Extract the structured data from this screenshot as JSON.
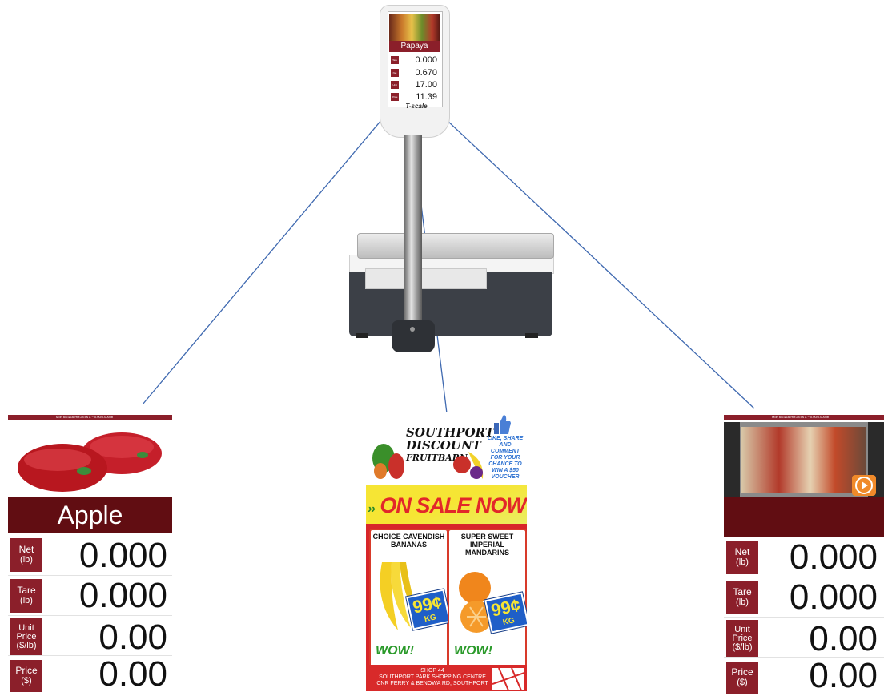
{
  "scale": {
    "brand": "T-scale",
    "head_screen": {
      "item": "Papaya",
      "rows": [
        {
          "label": "Tare",
          "value": "0.000"
        },
        {
          "label": "Net",
          "value": "0.670"
        },
        {
          "label": "Unit Price",
          "value": "17.00"
        },
        {
          "label": "Price",
          "value": "11.39"
        }
      ]
    }
  },
  "left_display": {
    "status_bar": "Mon 6/23/16 HH:24:5s a ~ 0.00/0.000 lb",
    "item": "Apple",
    "rows": [
      {
        "label": "Net",
        "unit": "(lb)",
        "value": "0.000"
      },
      {
        "label": "Tare",
        "unit": "(lb)",
        "value": "0.000"
      },
      {
        "label": "Unit Price",
        "unit": "($/lb)",
        "value": "0.00"
      },
      {
        "label": "Price",
        "unit": "($)",
        "value": "0.00"
      }
    ]
  },
  "ad_display": {
    "store_name_line1": "SOUTHPORT",
    "store_name_line2": "DISCOUNT",
    "store_name_line3": "FRUITBARN",
    "promo_text": "LIKE, SHARE AND COMMENT FOR YOUR CHANCE TO WIN A $50 VOUCHER",
    "banner": "ON SALE NOW",
    "products": [
      {
        "name": "CHOICE CAVENDISH BANANAS",
        "price": "99¢",
        "unit": "KG",
        "callout": "WOW!"
      },
      {
        "name": "SUPER SWEET IMPERIAL MANDARINS",
        "price": "99¢",
        "unit": "KG",
        "callout": "WOW!"
      }
    ],
    "footer_lines": [
      "SHOP 44",
      "SOUTHPORT PARK SHOPPING CENTRE",
      "CNR FERRY & BENOWA RD, SOUTHPORT"
    ]
  },
  "right_display": {
    "status_bar": "Mon 6/23/16 HH:24:5s a ~ 0.00/0.000 lb",
    "item": "",
    "rows": [
      {
        "label": "Net",
        "unit": "(lb)",
        "value": "0.000"
      },
      {
        "label": "Tare",
        "unit": "(lb)",
        "value": "0.000"
      },
      {
        "label": "Unit Price",
        "unit": "($/lb)",
        "value": "0.00"
      },
      {
        "label": "Price",
        "unit": "($)",
        "value": "0.00"
      }
    ]
  },
  "colors": {
    "accent": "#8b1f2a",
    "title_bar": "#610d12",
    "connector": "#3f69b0"
  }
}
